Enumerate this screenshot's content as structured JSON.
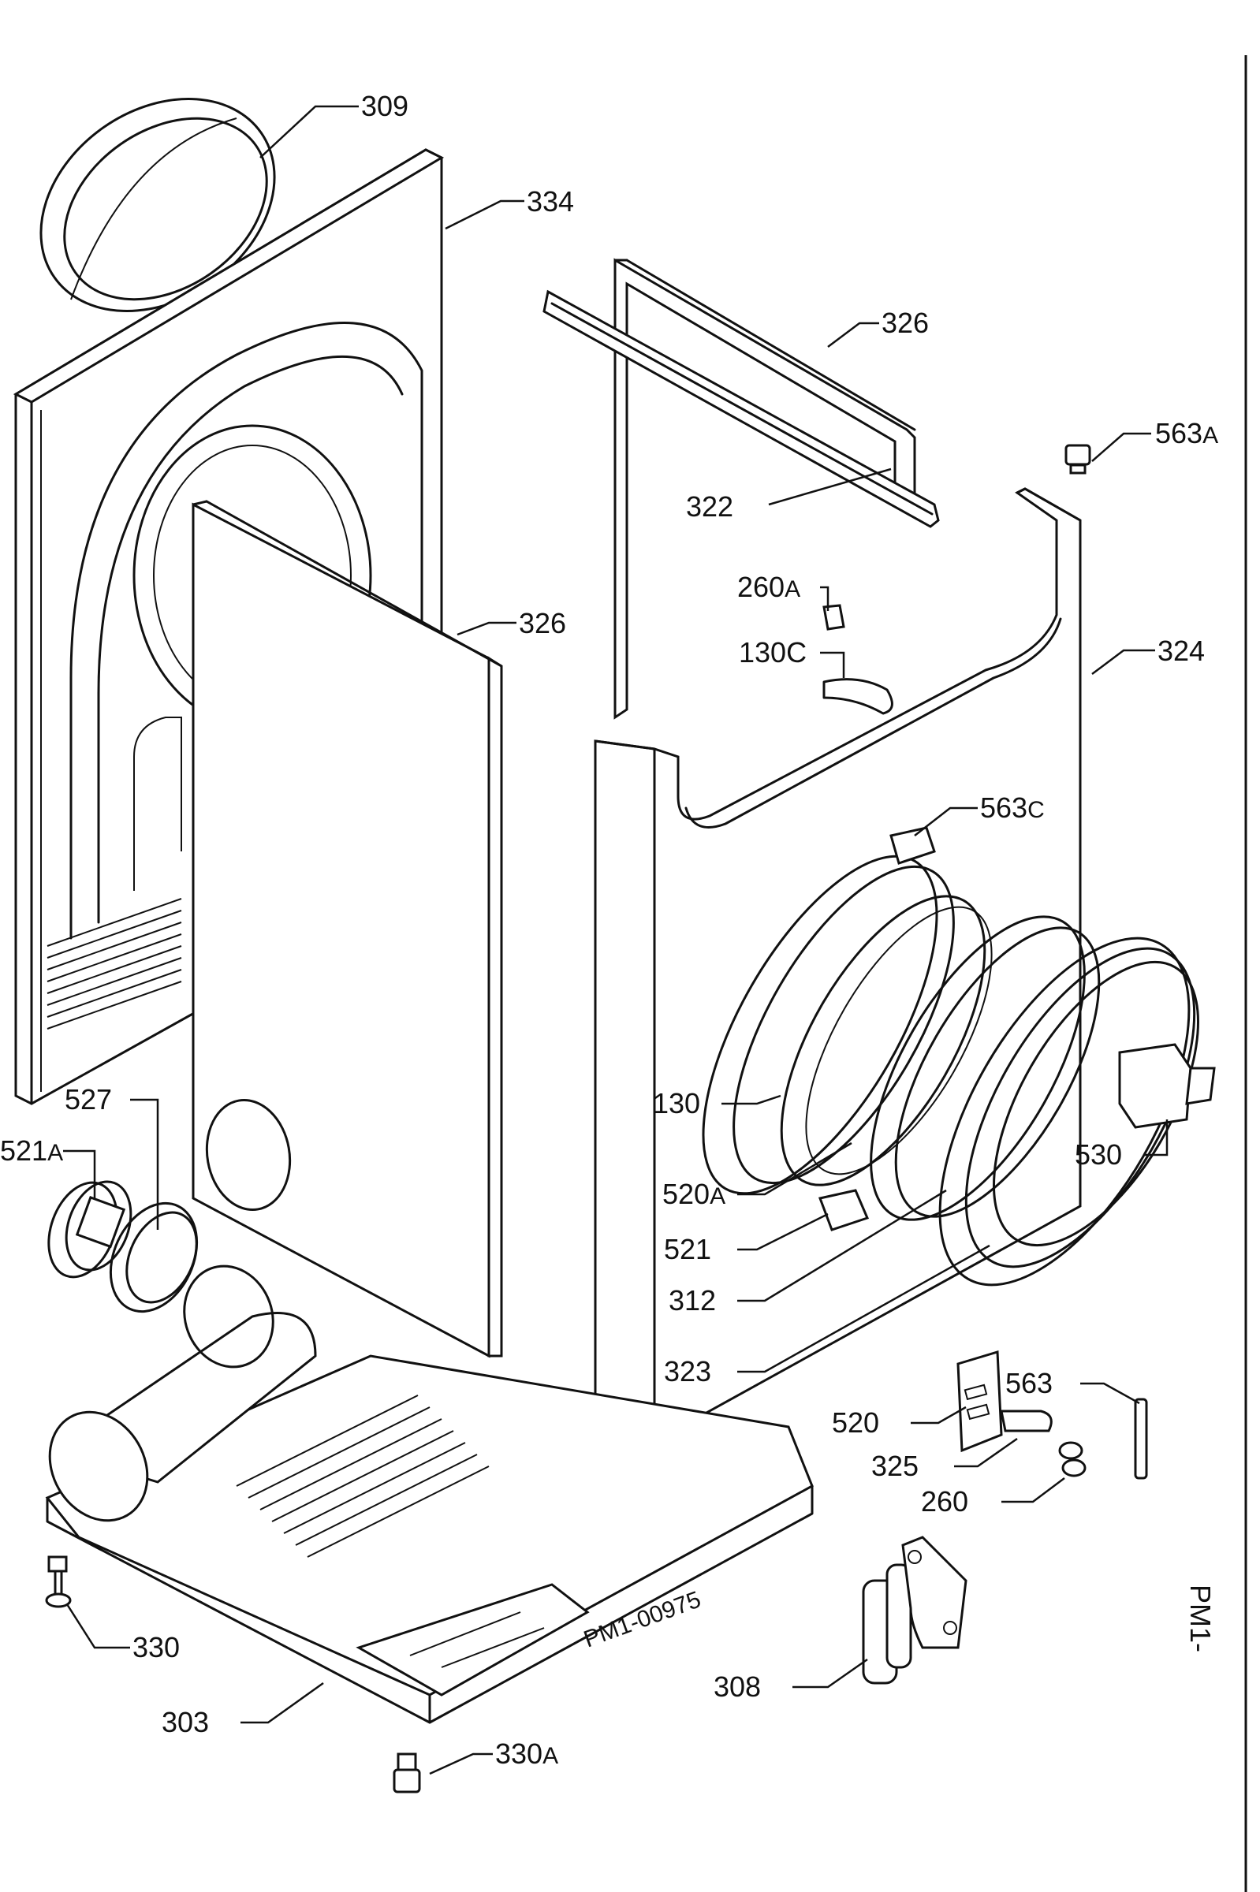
{
  "diagram": {
    "drawing_code": "PM1-00975",
    "side_code": "PM1-",
    "callouts": [
      {
        "id": "309",
        "label": "309"
      },
      {
        "id": "334",
        "label": "334"
      },
      {
        "id": "326a",
        "label": "326"
      },
      {
        "id": "326b",
        "label": "326"
      },
      {
        "id": "563A",
        "label": "563",
        "suffix": "A"
      },
      {
        "id": "322",
        "label": "322"
      },
      {
        "id": "260A",
        "label": "260",
        "suffix": "A"
      },
      {
        "id": "130C",
        "label": "130C"
      },
      {
        "id": "324",
        "label": "324"
      },
      {
        "id": "563C",
        "label": "563",
        "suffix": "C"
      },
      {
        "id": "527",
        "label": "527"
      },
      {
        "id": "521A",
        "label": "521",
        "suffix": "A"
      },
      {
        "id": "130",
        "label": "130"
      },
      {
        "id": "520A",
        "label": "520",
        "suffix": "A"
      },
      {
        "id": "530",
        "label": "530"
      },
      {
        "id": "521",
        "label": "521"
      },
      {
        "id": "312",
        "label": "312"
      },
      {
        "id": "323",
        "label": "323"
      },
      {
        "id": "563",
        "label": "563"
      },
      {
        "id": "520",
        "label": "520"
      },
      {
        "id": "325",
        "label": "325"
      },
      {
        "id": "260",
        "label": "260"
      },
      {
        "id": "330",
        "label": "330"
      },
      {
        "id": "303",
        "label": "303"
      },
      {
        "id": "308",
        "label": "308"
      },
      {
        "id": "330A",
        "label": "330",
        "suffix": "A"
      }
    ]
  }
}
